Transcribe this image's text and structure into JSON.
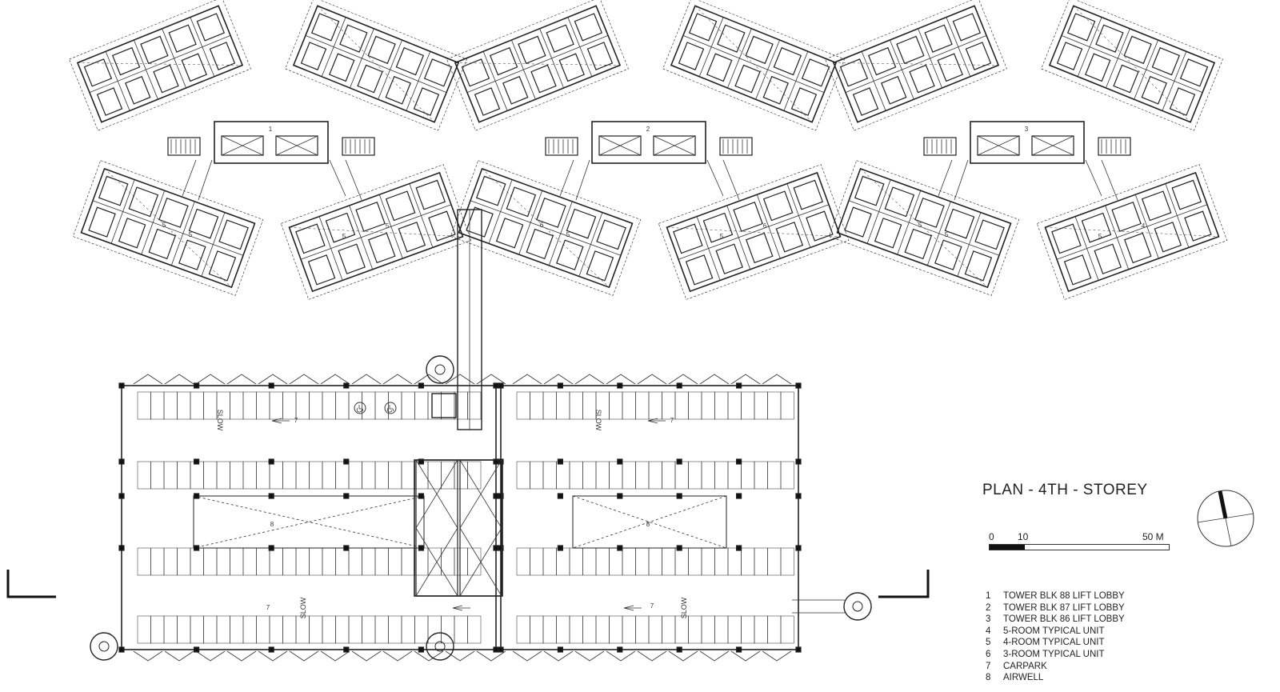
{
  "title": "PLAN - 4TH - STOREY",
  "scale": {
    "start": "0",
    "mid": "10",
    "end": "50 M",
    "filled_fraction": 0.2
  },
  "legend": [
    {
      "num": "1",
      "label": "TOWER BLK 88 LIFT LOBBY"
    },
    {
      "num": "2",
      "label": "TOWER BLK 87 LIFT LOBBY"
    },
    {
      "num": "3",
      "label": "TOWER BLK 86 LIFT LOBBY"
    },
    {
      "num": "4",
      "label": "5-ROOM TYPICAL UNIT"
    },
    {
      "num": "5",
      "label": "4-ROOM TYPICAL UNIT"
    },
    {
      "num": "6",
      "label": "3-ROOM TYPICAL UNIT"
    },
    {
      "num": "7",
      "label": "CARPARK"
    },
    {
      "num": "8",
      "label": "AIRWELL"
    }
  ],
  "towers": [
    {
      "lobby": "1",
      "units": [
        "5",
        "5",
        "5",
        "5"
      ]
    },
    {
      "lobby": "2",
      "units": [
        "6",
        "5",
        "5",
        "6"
      ]
    },
    {
      "lobby": "3",
      "units": [
        "5",
        "5",
        "5",
        "4"
      ]
    }
  ],
  "carpark": {
    "label": "7",
    "airwell": "8",
    "road_marking": "SLOW"
  }
}
